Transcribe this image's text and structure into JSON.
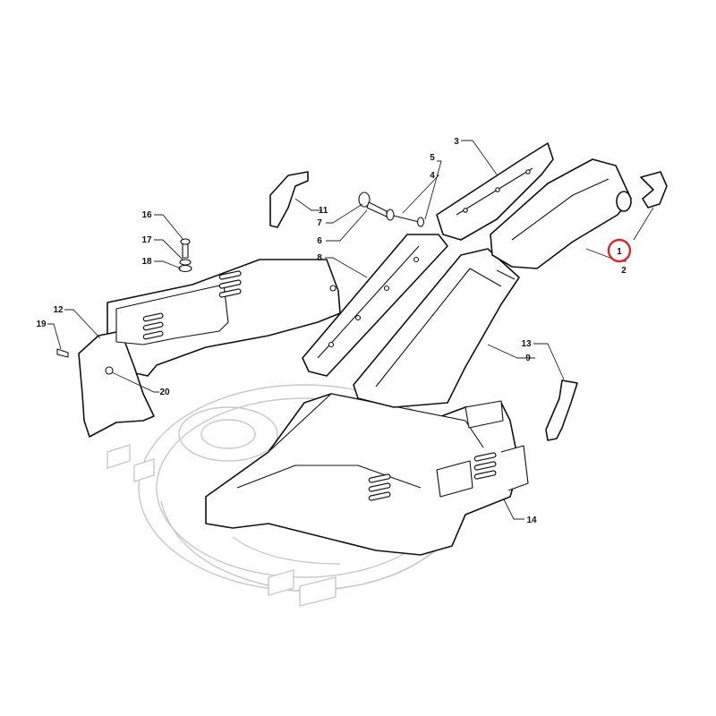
{
  "diagram": {
    "highlighted_part": "1",
    "highlight_color": "#d62828",
    "line_color": "#111111",
    "ghost_color": "#c8c8c8",
    "callouts": [
      {
        "id": "c1",
        "label": "1"
      },
      {
        "id": "c2",
        "label": "2"
      },
      {
        "id": "c3",
        "label": "3"
      },
      {
        "id": "c4",
        "label": "4"
      },
      {
        "id": "c5",
        "label": "5"
      },
      {
        "id": "c6",
        "label": "6"
      },
      {
        "id": "c7",
        "label": "7"
      },
      {
        "id": "c8",
        "label": "8"
      },
      {
        "id": "c9",
        "label": "9"
      },
      {
        "id": "c11",
        "label": "11"
      },
      {
        "id": "c12",
        "label": "12"
      },
      {
        "id": "c13",
        "label": "13"
      },
      {
        "id": "c14",
        "label": "14"
      },
      {
        "id": "c16",
        "label": "16"
      },
      {
        "id": "c17",
        "label": "17"
      },
      {
        "id": "c18",
        "label": "18"
      },
      {
        "id": "c19",
        "label": "19"
      },
      {
        "id": "c20",
        "label": "20"
      }
    ]
  }
}
